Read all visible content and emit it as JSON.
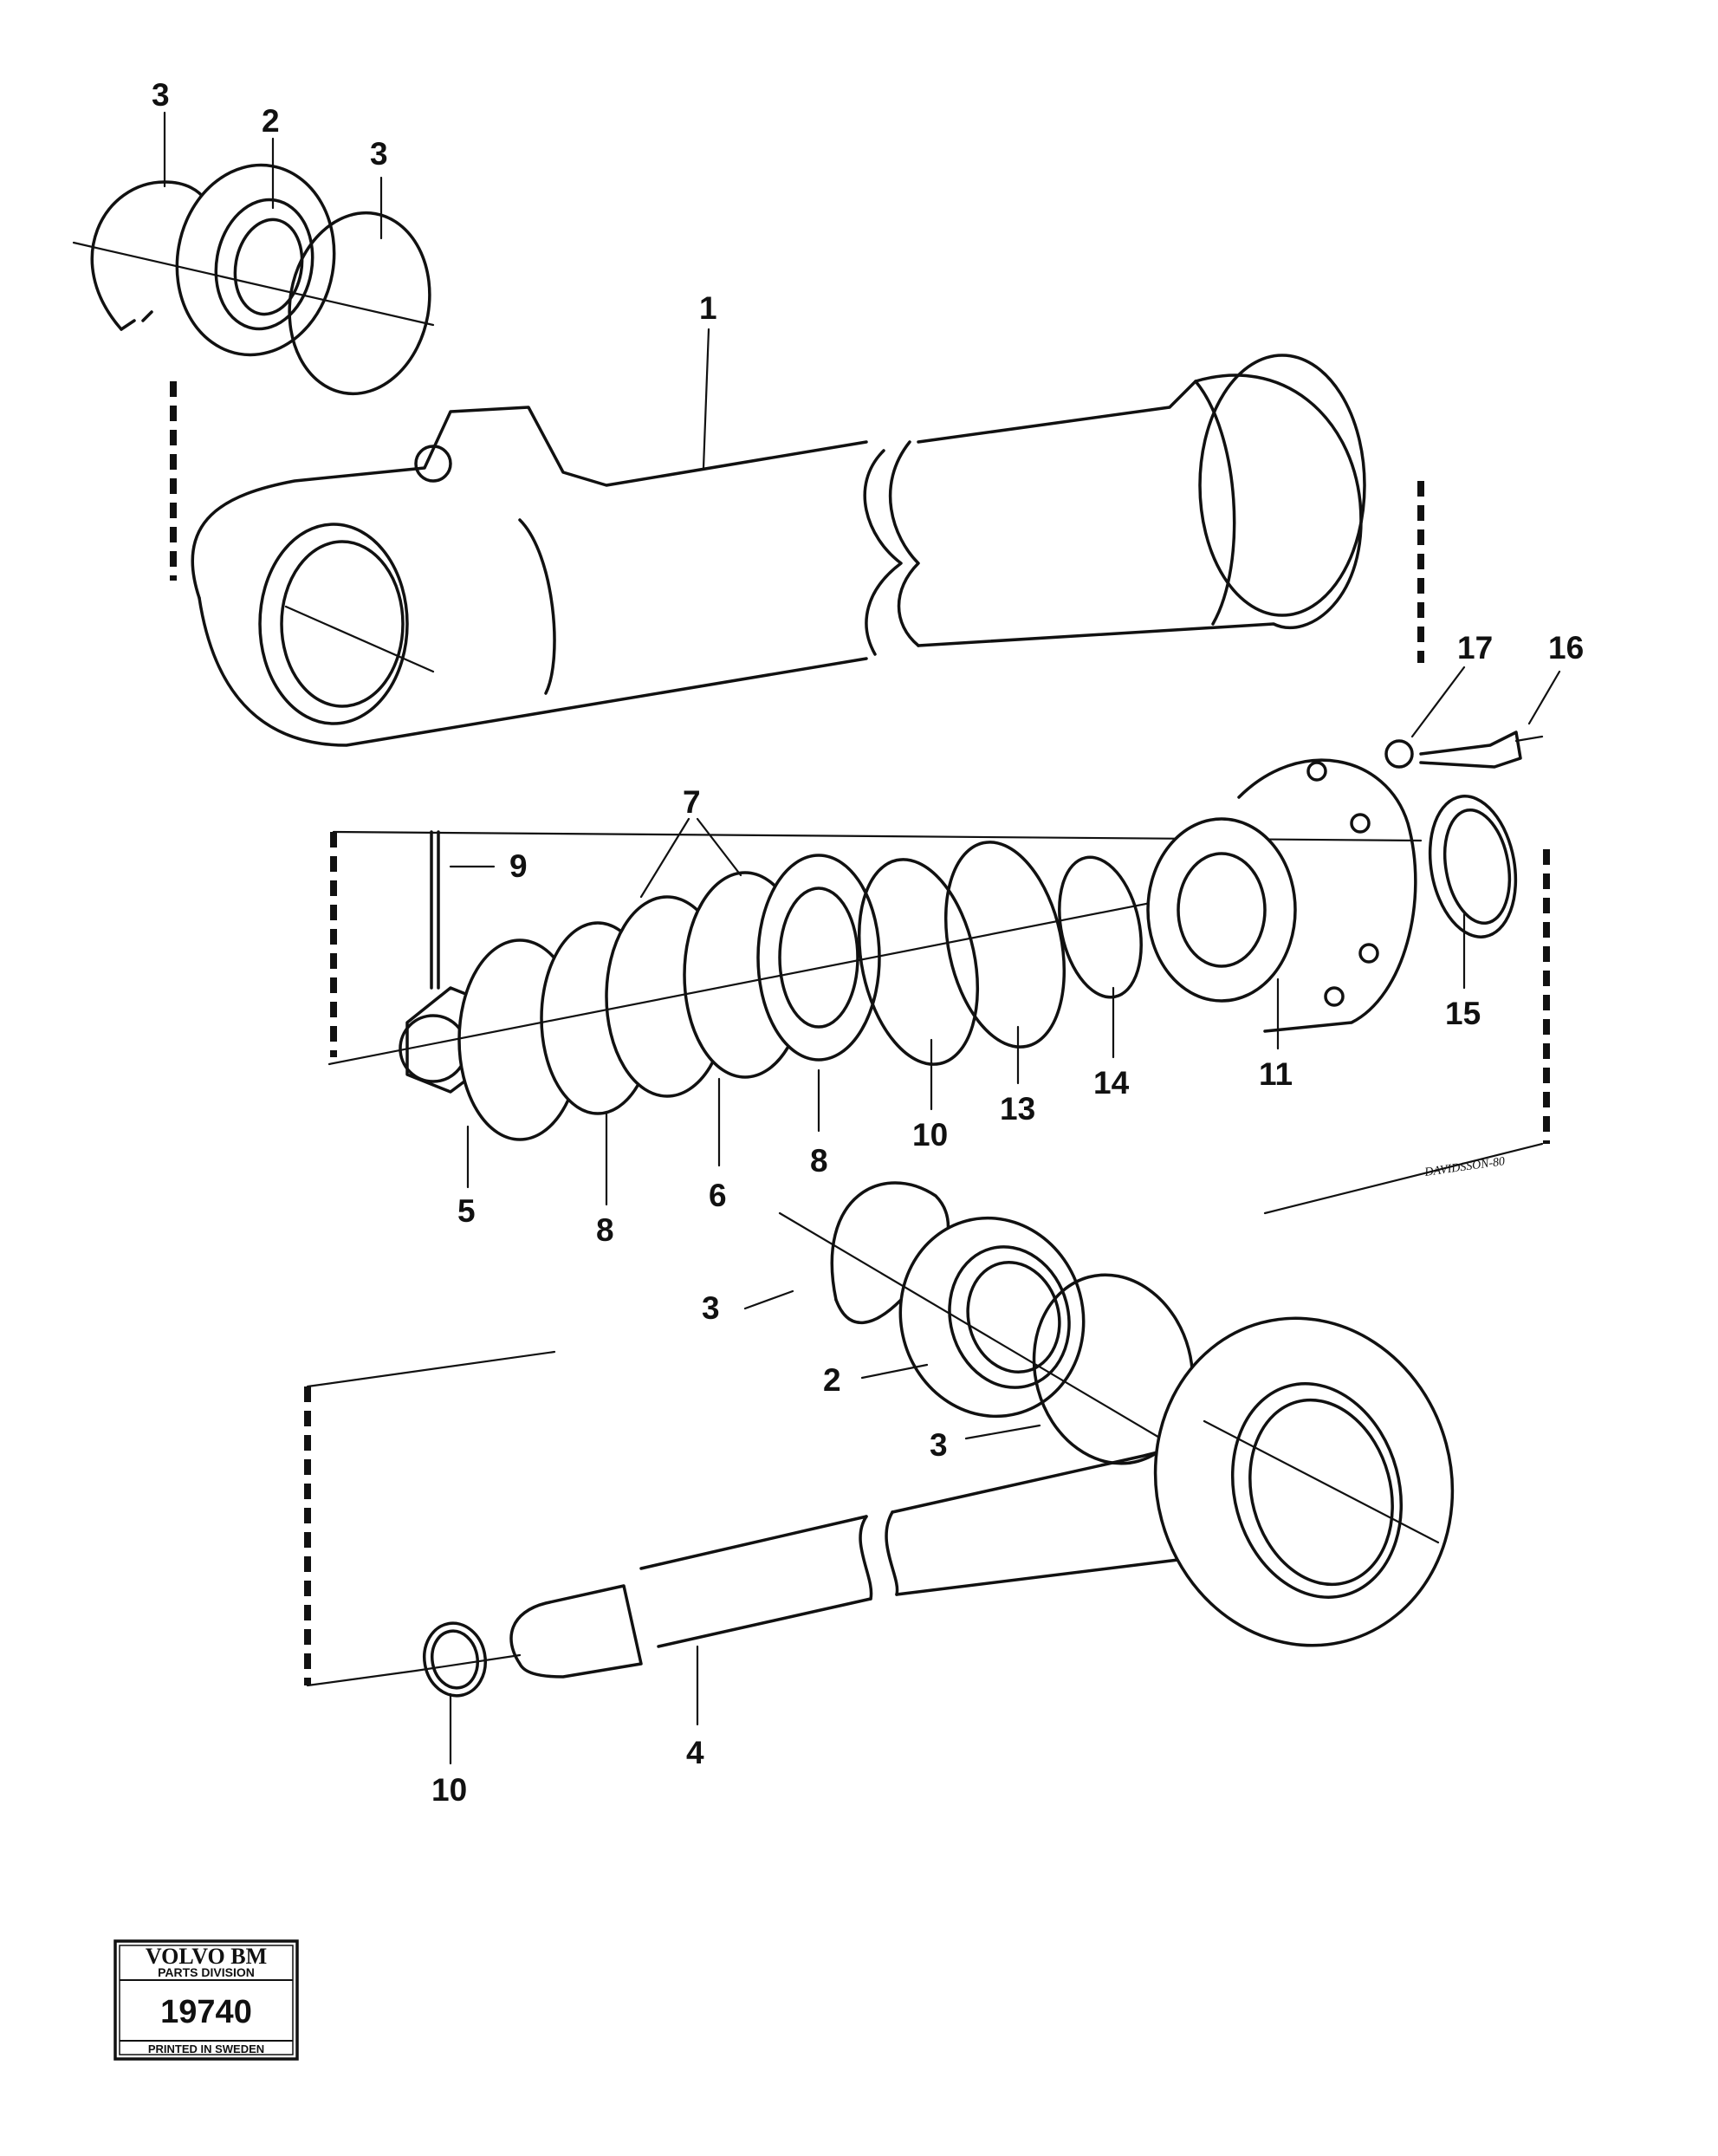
{
  "diagram": {
    "signature": "DAVIDSSON-80",
    "labels": [
      {
        "id": "3a",
        "text": "3"
      },
      {
        "id": "2a",
        "text": "2"
      },
      {
        "id": "3b",
        "text": "3"
      },
      {
        "id": "1",
        "text": "1"
      },
      {
        "id": "17",
        "text": "17"
      },
      {
        "id": "16",
        "text": "16"
      },
      {
        "id": "7",
        "text": "7"
      },
      {
        "id": "9",
        "text": "9"
      },
      {
        "id": "5",
        "text": "5"
      },
      {
        "id": "8a",
        "text": "8"
      },
      {
        "id": "6",
        "text": "6"
      },
      {
        "id": "8b",
        "text": "8"
      },
      {
        "id": "10a",
        "text": "10"
      },
      {
        "id": "13",
        "text": "13"
      },
      {
        "id": "14",
        "text": "14"
      },
      {
        "id": "11",
        "text": "11"
      },
      {
        "id": "15",
        "text": "15"
      },
      {
        "id": "3c",
        "text": "3"
      },
      {
        "id": "2b",
        "text": "2"
      },
      {
        "id": "3d",
        "text": "3"
      },
      {
        "id": "4",
        "text": "4"
      },
      {
        "id": "10b",
        "text": "10"
      }
    ]
  },
  "stamp": {
    "brand": "VOLVO BM",
    "division": "PARTS DIVISION",
    "number": "19740",
    "footer": "PRINTED IN SWEDEN"
  }
}
